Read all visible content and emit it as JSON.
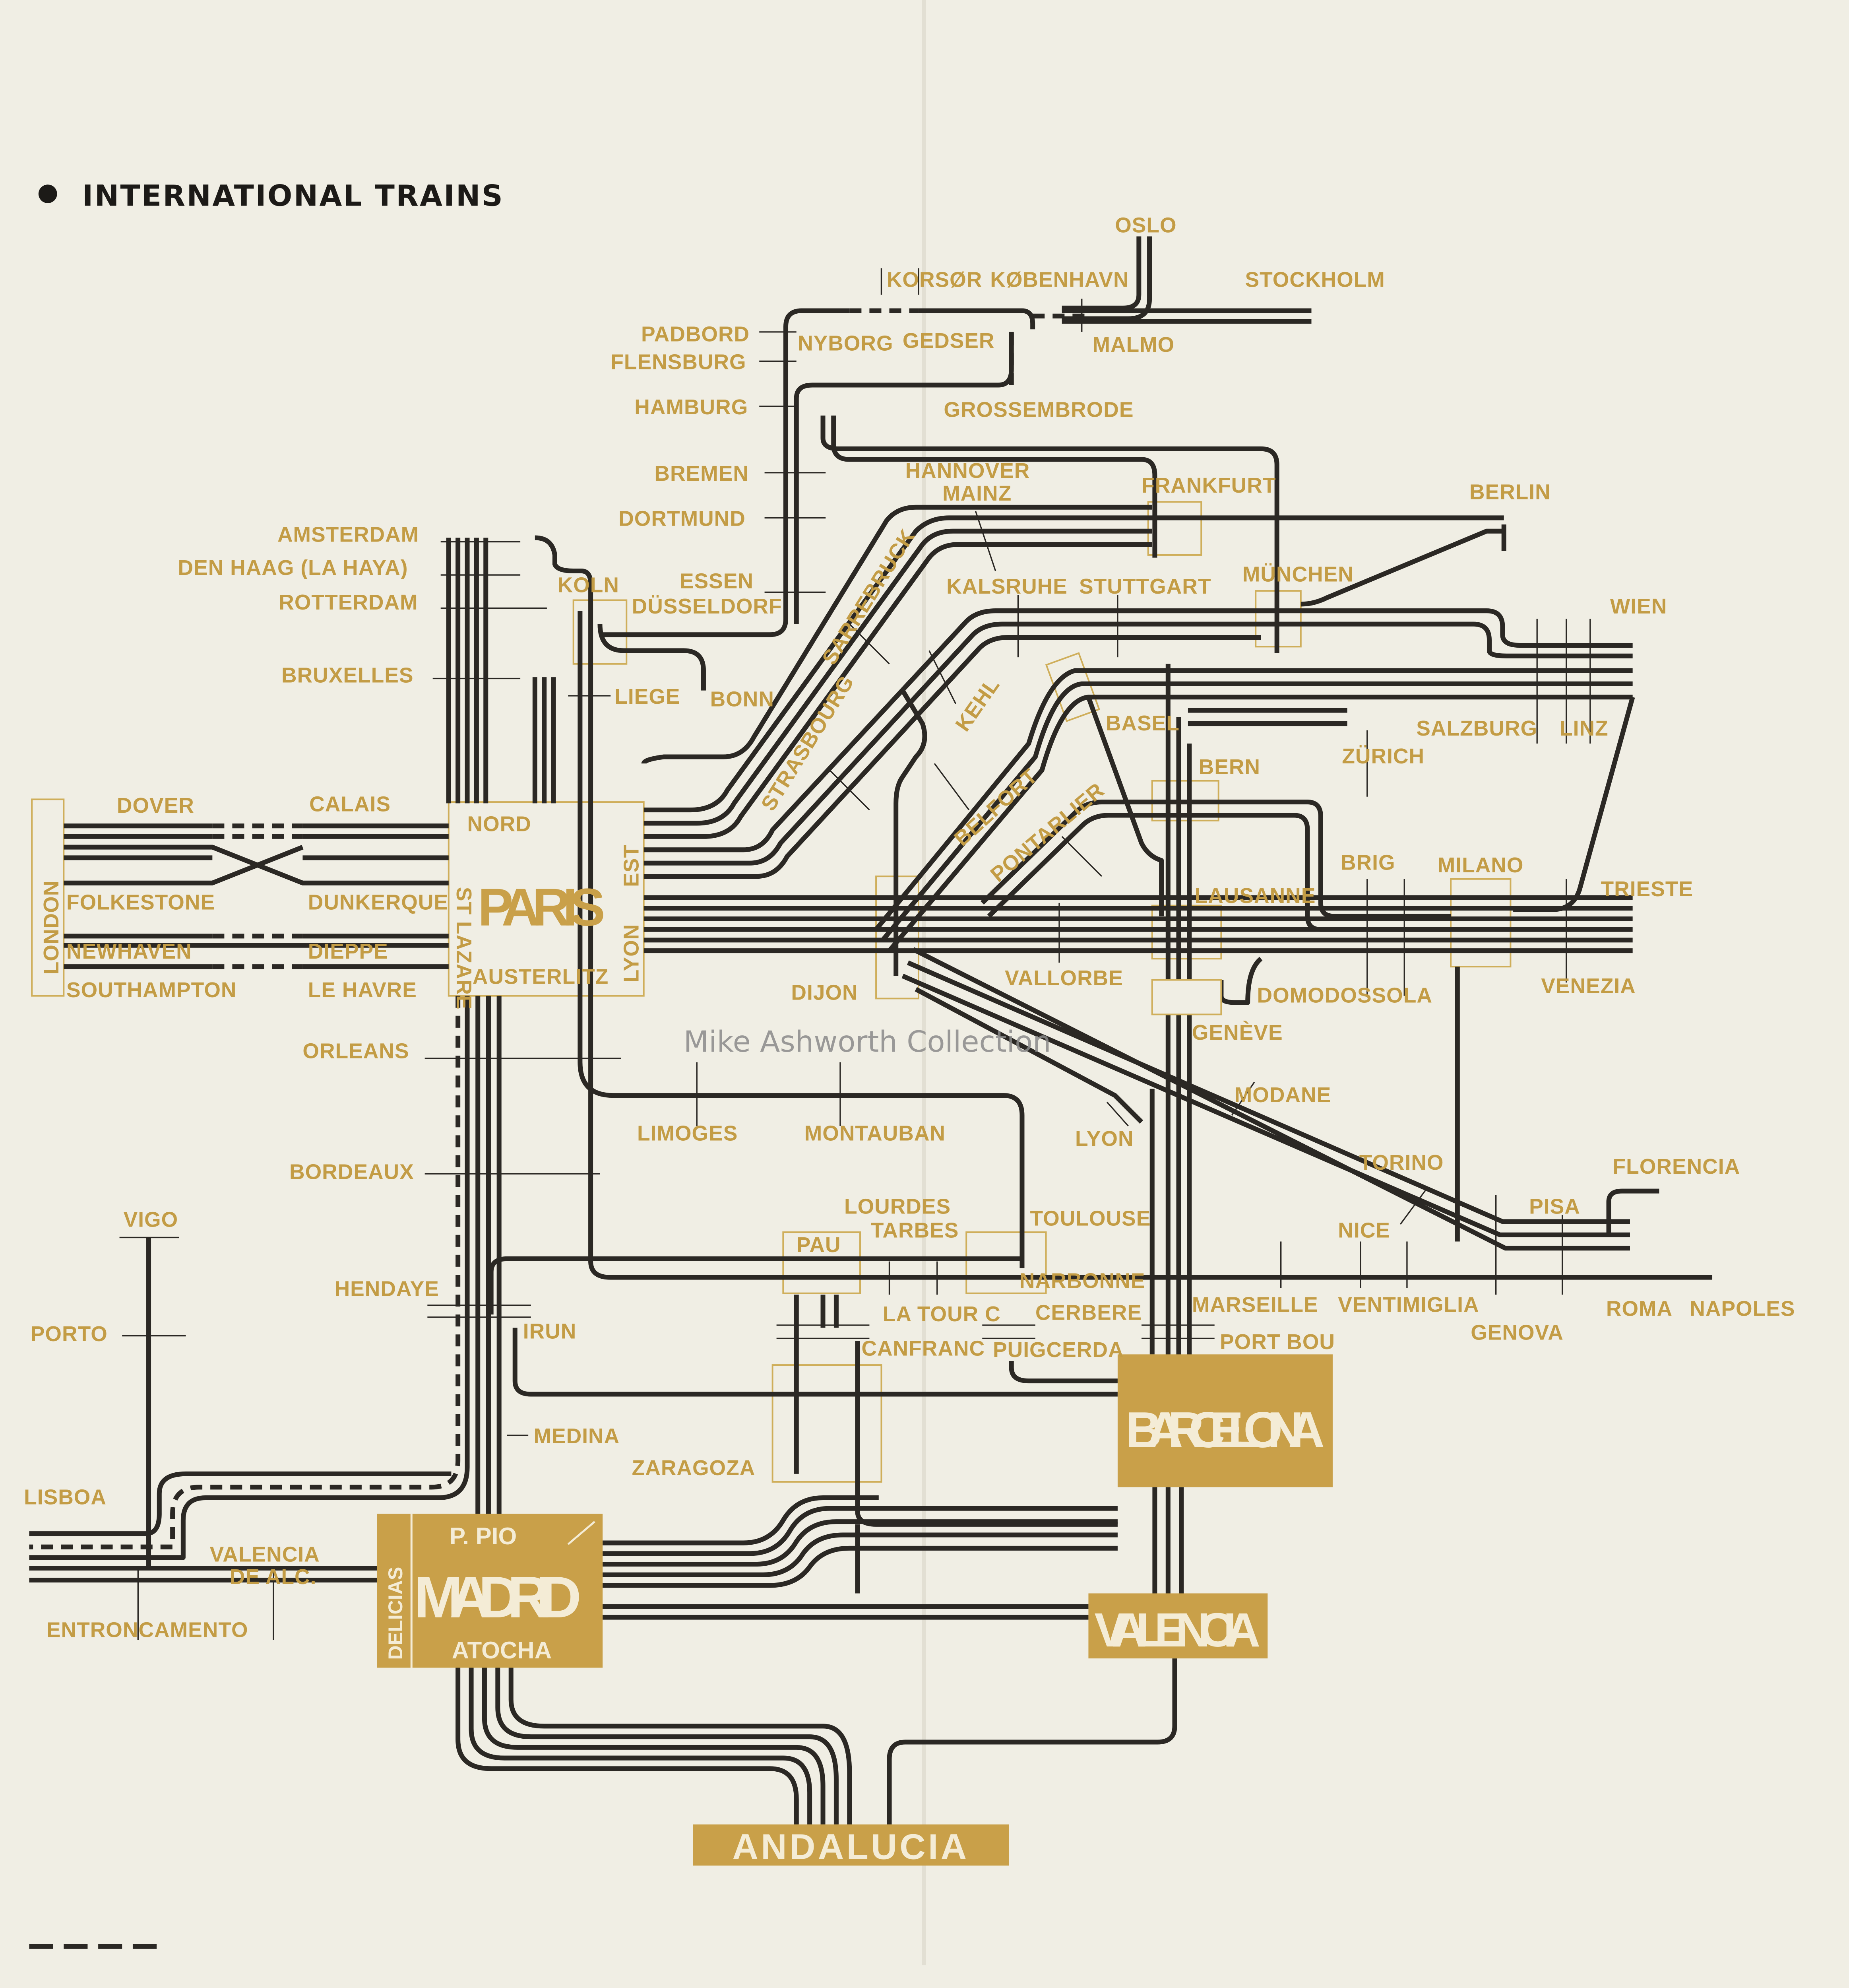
{
  "title": "INTERNATIONAL TRAINS",
  "watermark": "Mike Ashworth Collection",
  "colors": {
    "paper": "#f0eee4",
    "line": "#2b2824",
    "gold": "#c9a049"
  },
  "hubs": {
    "paris": "PARIS",
    "madrid": "MADRID",
    "p_pio": "P. PIO",
    "atocha": "ATOCHA",
    "delicias": "DELICIAS",
    "barcelona": "BARCELONA",
    "valencia": "VALENCIA",
    "andalucia": "ANDALUCIA",
    "london": "LONDON",
    "nord": "NORD",
    "est": "EST",
    "lyon_station": "LYON",
    "st_lazare": "ST LAZARE",
    "austerlitz": "AUSTERLITZ"
  },
  "labels": {
    "oslo": "OSLO",
    "korsor": "KORSØR",
    "kobenhavn": "KØBENHAVN",
    "stockholm": "STOCKHOLM",
    "padbord": "PADBORD",
    "flensburg": "FLENSBURG",
    "nyborg": "NYBORG",
    "gedser": "GEDSER",
    "malmo": "MALMO",
    "hamburg": "HAMBURG",
    "grossembrode": "GROSSEMBRODE",
    "bremen": "BREMEN",
    "hannover": "HANNOVER",
    "mainz": "MAINZ",
    "frankfurt": "FRANKFURT",
    "berlin": "BERLIN",
    "dortmund": "DORTMUND",
    "amsterdam": "AMSTERDAM",
    "den_haag": "DEN HAAG (LA HAYA)",
    "koln": "KOLN",
    "essen": "ESSEN",
    "dusseldorf": "DÜSSELDORF",
    "rotterdam": "ROTTERDAM",
    "kalsruhe": "KALSRUHE",
    "stuttgart": "STUTTGART",
    "munchen": "MÜNCHEN",
    "wien": "WIEN",
    "bruxelles": "BRUXELLES",
    "liege": "LIEGE",
    "bonn": "BONN",
    "sarrebruck": "SARREBRUCK",
    "strasbourg": "STRASBOURG",
    "kehl": "KEHL",
    "basel": "BASEL",
    "salzburg": "SALZBURG",
    "linz": "LINZ",
    "zurich": "ZÜRICH",
    "bern": "BERN",
    "dover": "DOVER",
    "calais": "CALAIS",
    "belfort": "BELFORT",
    "pontarlier": "PONTARLIER",
    "brig": "BRIG",
    "milano": "MILANO",
    "trieste": "TRIESTE",
    "lausanne": "LAUSANNE",
    "folkestone": "FOLKESTONE",
    "dunkerque": "DUNKERQUE",
    "newhaven": "NEWHAVEN",
    "dieppe": "DIEPPE",
    "southampton": "SOUTHAMPTON",
    "le_havre": "LE HAVRE",
    "dijon": "DIJON",
    "vallorbe": "VALLORBE",
    "domodossola": "DOMODOSSOLA",
    "venezia": "VENEZIA",
    "geneve": "GENÈVE",
    "orleans": "ORLEANS",
    "modane": "MODANE",
    "limoges": "LIMOGES",
    "montauban": "MONTAUBAN",
    "lyon": "LYON",
    "bordeaux": "BORDEAUX",
    "torino": "TORINO",
    "florencia": "FLORENCIA",
    "vigo": "VIGO",
    "lourdes": "LOURDES",
    "tarbes": "TARBES",
    "toulouse": "TOULOUSE",
    "pau": "PAU",
    "nice": "NICE",
    "pisa": "PISA",
    "hendaye": "HENDAYE",
    "narbonne": "NARBONNE",
    "marseille": "MARSEILLE",
    "ventimiglia": "VENTIMIGLIA",
    "roma": "ROMA",
    "napoles": "NAPOLES",
    "la_tour_c": "LA TOUR C",
    "cerbere": "CERBERE",
    "irun": "IRUN",
    "porto": "PORTO",
    "genova": "GENOVA",
    "canfranc": "CANFRANC",
    "puigcerda": "PUIGCERDA",
    "port_bou": "PORT BOU",
    "medina": "MEDINA",
    "zaragoza": "ZARAGOZA",
    "lisboa": "LISBOA",
    "valencia_de": "VALENCIA",
    "de_alc": "DE ALC.",
    "entroncamento": "ENTRONCAMENTO"
  }
}
